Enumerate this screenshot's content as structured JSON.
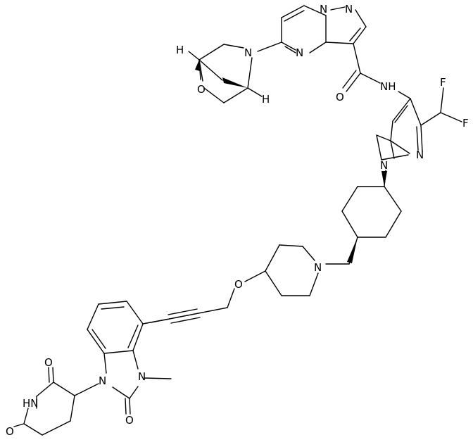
{
  "molecule": {
    "atoms": [
      {
        "id": "N_pz1",
        "label": "N"
      },
      {
        "id": "N_pz2",
        "label": "N"
      },
      {
        "id": "N_pym",
        "label": "N"
      },
      {
        "id": "N_bic",
        "label": "N"
      },
      {
        "id": "O_bic",
        "label": "O"
      },
      {
        "id": "H_bic1",
        "label": "H"
      },
      {
        "id": "H_bic2",
        "label": "H"
      },
      {
        "id": "O_amide",
        "label": "O"
      },
      {
        "id": "NH_amide",
        "label": "NH"
      },
      {
        "id": "F1",
        "label": "F"
      },
      {
        "id": "F2",
        "label": "F"
      },
      {
        "id": "N_pyr2",
        "label": "N"
      },
      {
        "id": "N_pyr1",
        "label": "N"
      },
      {
        "id": "N_pip",
        "label": "N"
      },
      {
        "id": "O_ether",
        "label": "O"
      },
      {
        "id": "N_bim1",
        "label": "N"
      },
      {
        "id": "N_bim3",
        "label": "N"
      },
      {
        "id": "O_bim",
        "label": "O"
      },
      {
        "id": "O_glu1",
        "label": "O"
      },
      {
        "id": "HN_glu",
        "label": "HN"
      },
      {
        "id": "O_glu2",
        "label": "O"
      }
    ]
  }
}
